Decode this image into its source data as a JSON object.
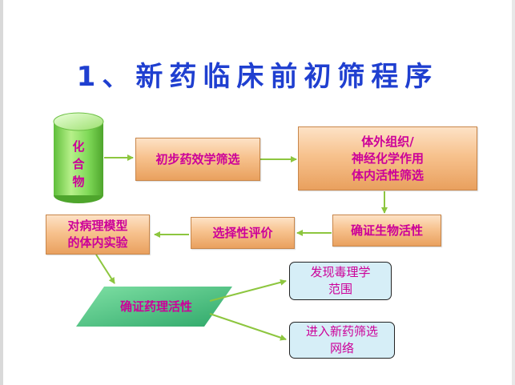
{
  "title": "1、新药临床前初筛程序",
  "nodes": {
    "compound": "化\n合\n物",
    "preliminary_screen": "初步药效学筛选",
    "in_vitro": "体外组织/\n神经化学作用\n体内活性筛选",
    "confirm_bioactivity": "确证生物活性",
    "selectivity": "选择性评价",
    "pathology_model": "对病理模型\n的体内实验",
    "confirm_pharmacology": "确证药理活性",
    "toxicology": "发现毒理学\n范围",
    "new_screen": "进入新药筛选\n网络"
  },
  "colors": {
    "title": "#1f3fd0",
    "node_text": "#cc0099",
    "arrow": "#8dc63f",
    "box_fill": "#f7c28e",
    "cylinder": "#7ed957",
    "parallelogram": "#3cb878",
    "rounded_fill": "#d6eef7"
  }
}
